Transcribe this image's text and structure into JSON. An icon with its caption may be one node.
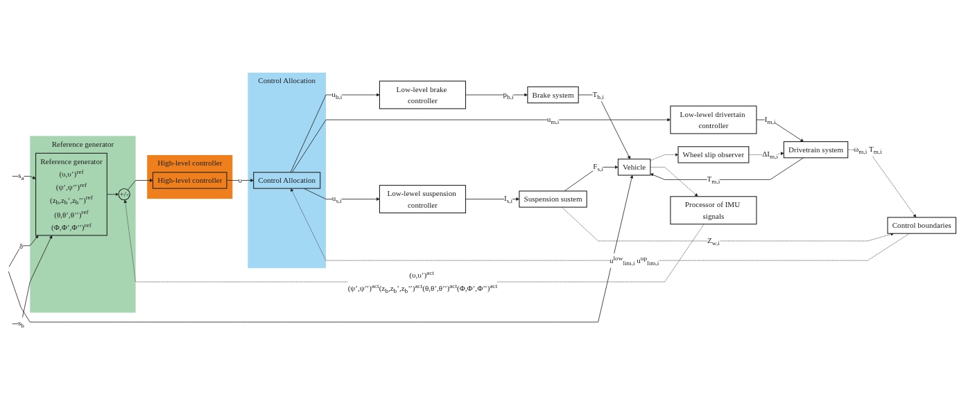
{
  "diagram": {
    "nodes": [
      {
        "text": [
          "Reference generator"
        ]
      },
      {
        "text": [
          "Reference generator",
          "(υ,υ’)$^{ref}$",
          "(ψ’,ψ’’)$^{ref}$",
          "(z$_{b}$,z$_{b}$’,z$_{b}$’’)$^{ref}$",
          "(θ,θ’,θ’’)$^{ref}$",
          "(Φ,Φ’,Φ’’)$^{ref}$"
        ],
        "in": 0
      },
      {
        "text": [
          "+/-"
        ],
        "in": 0
      },
      {
        "text": [
          "High-level controller"
        ]
      },
      {
        "text": [
          "High-level controller"
        ],
        "in": 3
      },
      {
        "text": [
          "Control Allocation"
        ]
      },
      {
        "text": [
          "Control Allocation"
        ],
        "in": 5
      },
      {
        "text": [
          "Low-level brake controller"
        ]
      },
      {
        "text": [
          "Low-lewel drivertain controller"
        ]
      },
      {
        "text": [
          "Low-lewel suspension controller"
        ]
      },
      {
        "text": [
          "Brake system"
        ]
      },
      {
        "text": [
          "Drivetrain system"
        ]
      },
      {
        "text": [
          "Suspension sustem"
        ]
      },
      {
        "text": [
          "Vehicle"
        ]
      },
      {
        "text": [
          "Control boundaries"
        ]
      },
      {
        "text": [
          "Wheel slip observer"
        ]
      },
      {
        "text": [
          "Processor of IMU signals"
        ]
      }
    ],
    "edges": [
      {
        "from": null,
        "to": 1,
        "arrow": "to",
        "label": "δ"
      },
      {
        "from": null,
        "to": 13,
        "arrow": "to"
      },
      {
        "from": null,
        "to": 1,
        "arrow": "to",
        "label": "s$_{a}$"
      },
      {
        "from": null,
        "to": 1,
        "arrow": "to",
        "label": "s$_{b}$"
      },
      {
        "from": 1,
        "to": 2,
        "arrow": "to"
      },
      {
        "from": 2,
        "to": 4,
        "arrow": "to"
      },
      {
        "from": 4,
        "to": 6,
        "arrow": "to",
        "label": "υ"
      },
      {
        "from": 6,
        "to": 7,
        "arrow": "to",
        "label": "u$_{b,i}$"
      },
      {
        "from": 6,
        "to": 8,
        "arrow": "to",
        "label": "u$_{m,i}$"
      },
      {
        "from": 6,
        "to": 9,
        "arrow": "to",
        "label": "u$_{s,i}$"
      },
      {
        "from": 7,
        "to": 10,
        "arrow": "to",
        "label": "p$_{b,i}$"
      },
      {
        "from": 8,
        "to": 11,
        "arrow": "to",
        "label": "I$_{m,i}$"
      },
      {
        "from": 9,
        "to": 12,
        "arrow": "to",
        "label": "I$_{s,i}$"
      },
      {
        "from": 10,
        "to": 13,
        "arrow": "to",
        "label": "T$_{b,i}$"
      },
      {
        "from": 11,
        "to": 13,
        "arrow": "to",
        "label": "T$_{m,i}$"
      },
      {
        "from": 12,
        "to": 13,
        "arrow": "to",
        "label": "F$_{s,i}$"
      },
      {
        "from": 12,
        "to": 14,
        "arrow": "to",
        "style": "dashed",
        "label": "Z$_{w,i}$"
      },
      {
        "from": 11,
        "to": 14,
        "arrow": "to",
        "style": "dashed",
        "label": "ω$_{m,i}$ T$_{m,i}$"
      },
      {
        "from": 14,
        "to": 6,
        "arrow": "to",
        "style": "dashed",
        "label": "u$^{low}$$_{lim,i}$ u$^{up}$$_{lim,i}$"
      },
      {
        "from": 15,
        "to": 11,
        "arrow": "to",
        "style": "dashed",
        "label": "ΔI$_{m,i}$"
      },
      {
        "from": 13,
        "to": 15,
        "arrow": "to",
        "style": "dashed"
      },
      {
        "from": 13,
        "to": 16,
        "arrow": "to",
        "style": "dashed"
      },
      {
        "from": 16,
        "to": 2,
        "arrow": "to",
        "style": "dashed",
        "label": "(υ,υ’)$^{act}$ (ψ’,ψ’’)$^{act}$(z$_{b}$,z$_{b}$’,z$_{b}$’’)$^{act}$(θ,θ’,θ’’)$^{act}$(Φ,Φ’,Φ’’)$^{act}$"
      }
    ]
  }
}
